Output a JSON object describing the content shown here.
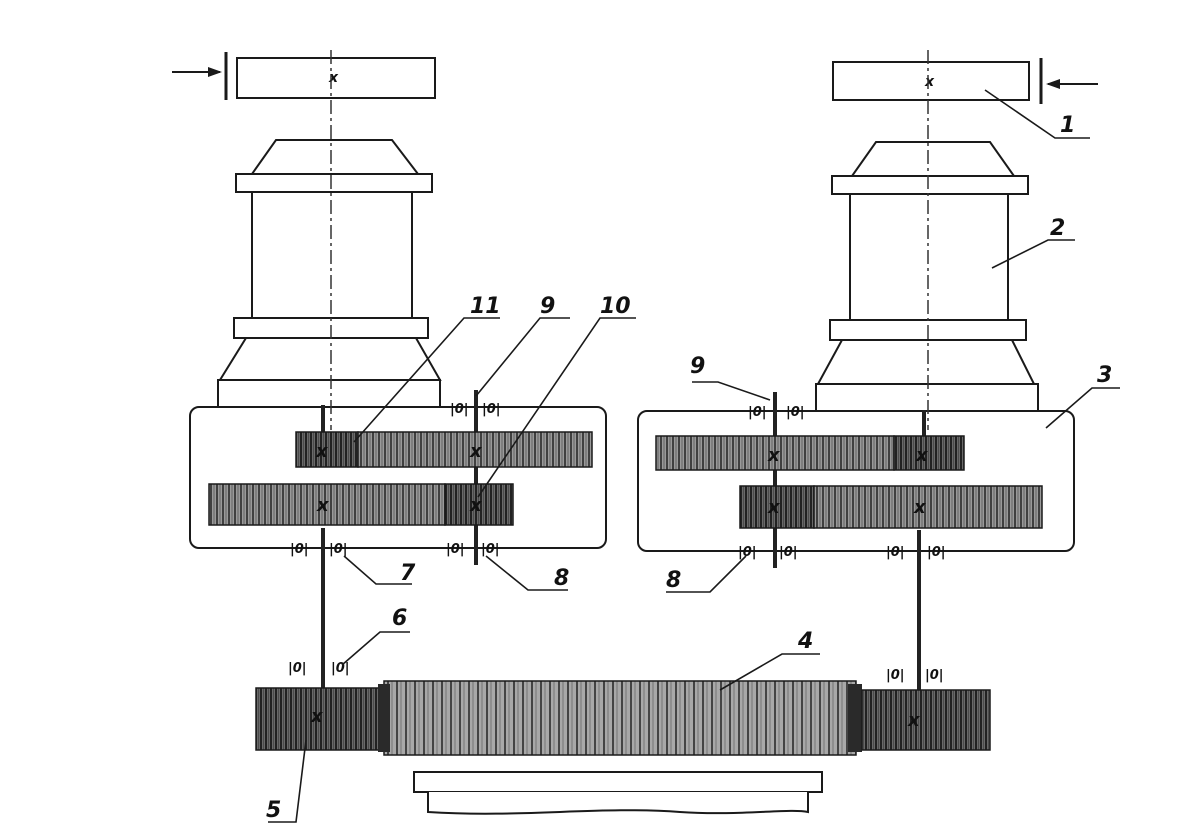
{
  "labels": {
    "l1": "1",
    "l2": "2",
    "l3": "3",
    "l4": "4",
    "l5": "5",
    "l6": "6",
    "l7": "7",
    "l8a": "8",
    "l8b": "8",
    "l9a": "9",
    "l9b": "9",
    "l10": "10",
    "l11": "11"
  },
  "center_mark": "x",
  "bearing_symbol": "|0|",
  "colors": {
    "line": "#1a1a1a",
    "gear_dark": "#4a4a4a",
    "gear_mid": "#8a8a8a",
    "gear_light": "#b5b5b5"
  }
}
